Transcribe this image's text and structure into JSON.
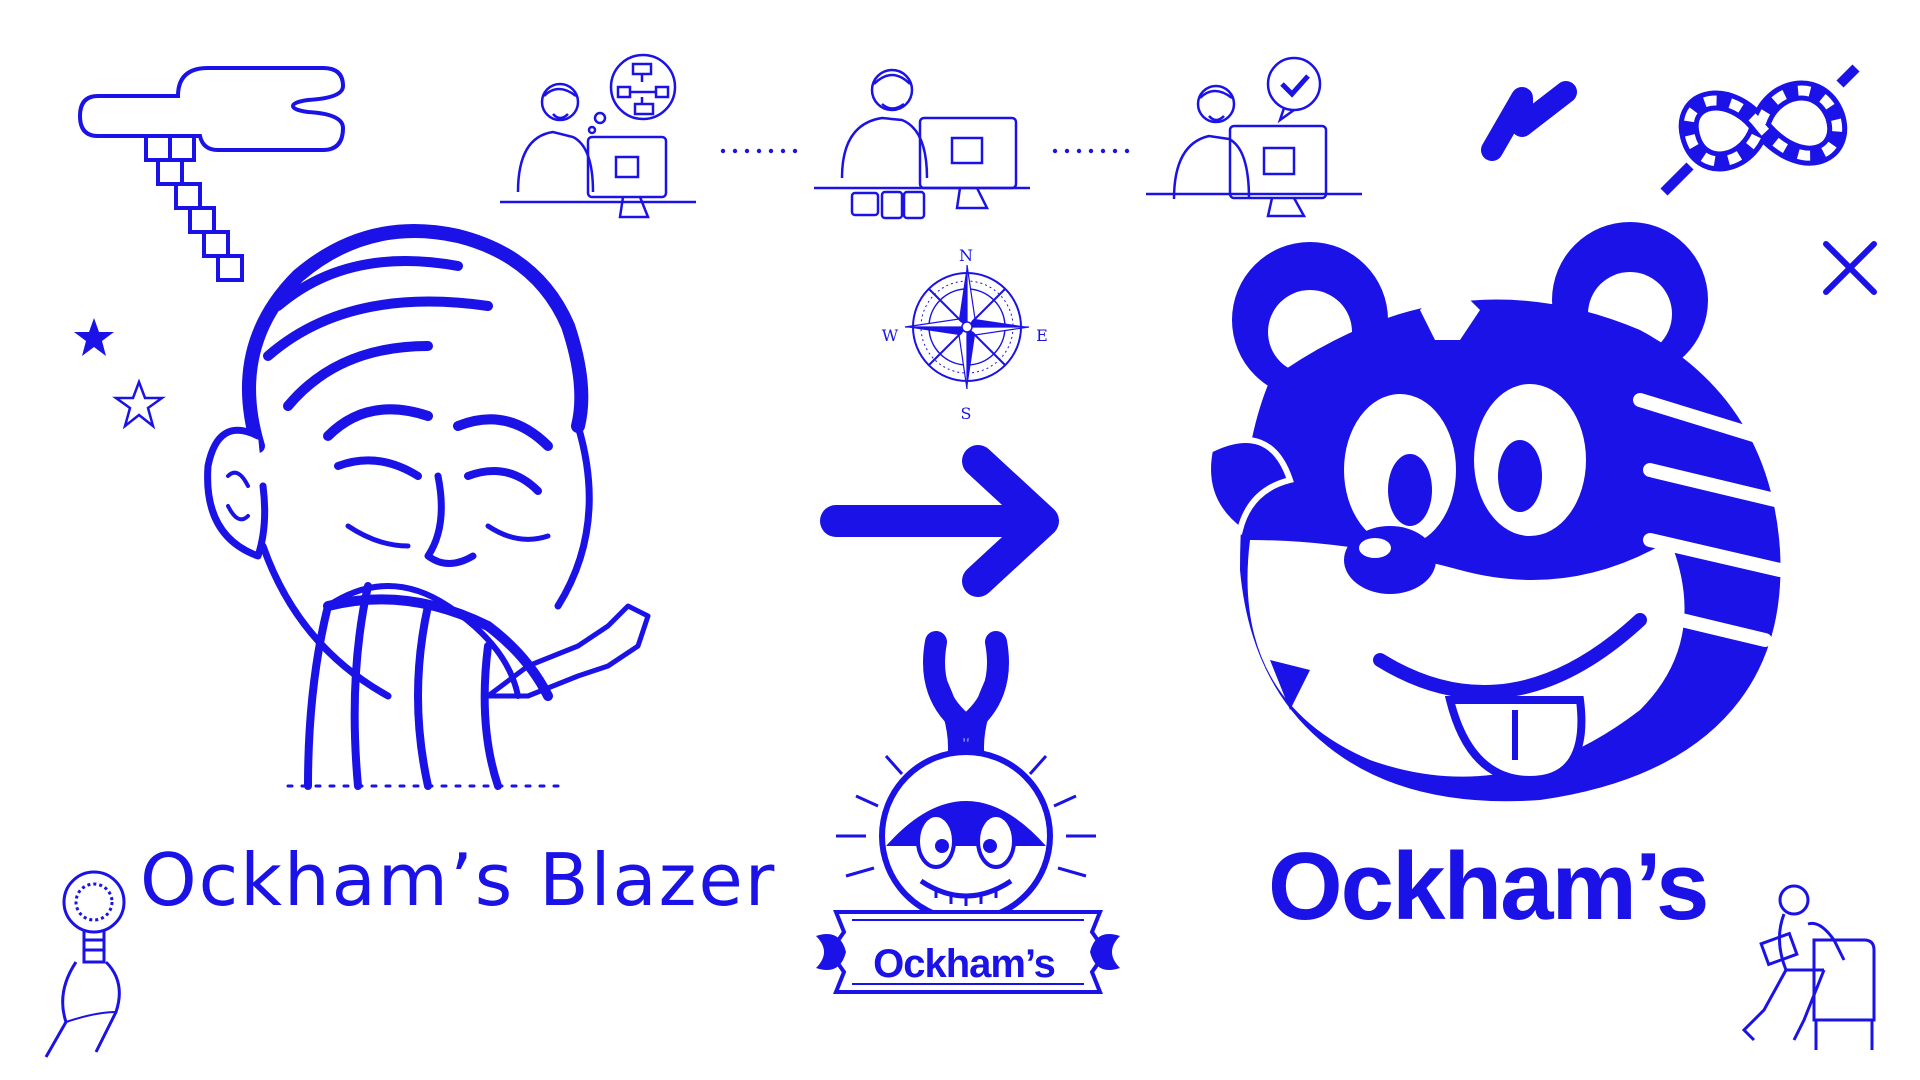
{
  "colors": {
    "brand_blue": "#1a12e6",
    "background": "#ffffff"
  },
  "old_brand": {
    "name": "Ockham’s Blazer"
  },
  "new_brand": {
    "name": "Ockham’s"
  },
  "banner": {
    "label": "Ockham’s"
  },
  "compass": {
    "north": "N",
    "east": "E",
    "south": "S",
    "west": "W"
  },
  "icons": [
    "cloud-staircase-icon",
    "man-thinking-flowchart-icon",
    "man-working-cans-icon",
    "man-done-checkmark-icon",
    "lightning-bolt-icon",
    "scarf-loop-icon",
    "close-x-icon",
    "star-filled-icon",
    "star-outline-icon",
    "compass-rose-icon",
    "arrow-right-icon",
    "bunny-mascot-icon",
    "tiger-mascot-icon",
    "lightbulb-hand-icon",
    "man-armchair-laptop-icon",
    "laughing-man-illustration"
  ]
}
